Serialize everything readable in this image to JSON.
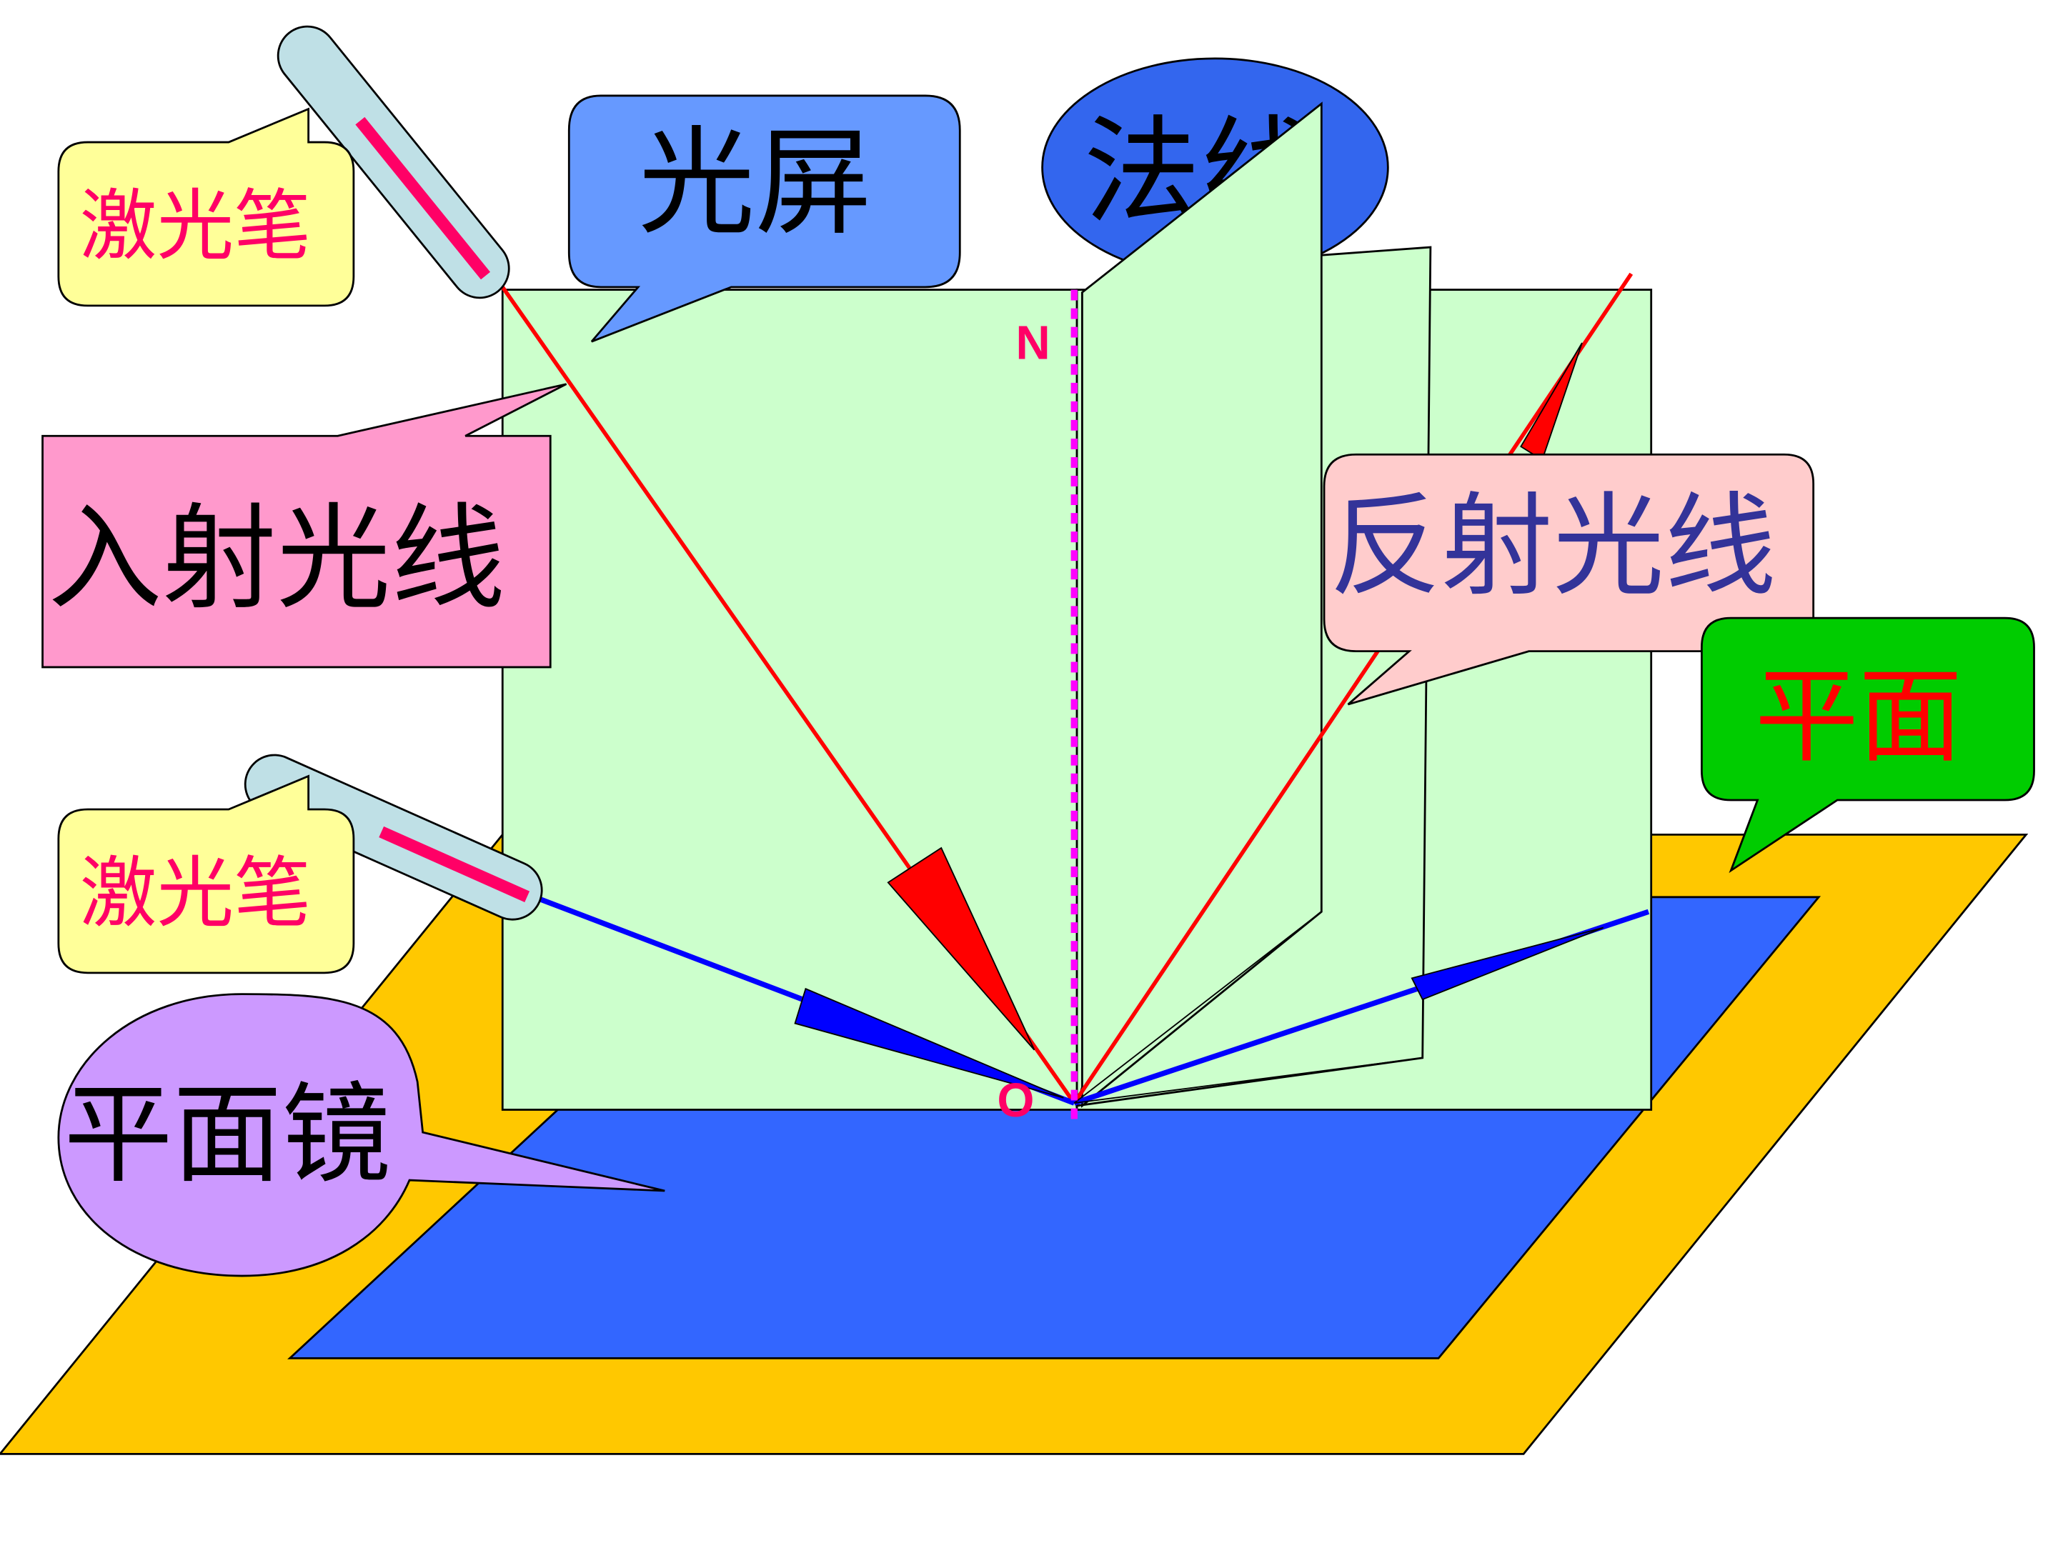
{
  "labels": {
    "laser_pen_top": "激光笔",
    "laser_pen_bottom": "激光笔",
    "light_screen": "光屏",
    "normal_line": "法线",
    "incident_ray": "入射光线",
    "reflected_ray": "反射光线",
    "plane": "平面",
    "plane_mirror": "平面镜",
    "point_n": "N",
    "point_o": "O"
  },
  "colors": {
    "base_plate": "#FFC800",
    "mirror": "#3366FF",
    "screen": "#CCFFCC",
    "laser_pen_body": "#BFE0E6",
    "laser_pen_stripe": "#FF0066",
    "red_ray": "#FF0000",
    "blue_ray": "#0000FF",
    "normal_dotted": "#FF00FF",
    "callout_laser": "#FFFF99",
    "callout_screen": "#6699FF",
    "callout_normal": "#3366EE",
    "callout_incident": "#FF99CC",
    "callout_reflected": "#FFCCCC",
    "callout_plane": "#00CC00",
    "callout_mirror": "#CC99FF",
    "text_laser": "#FF0066",
    "text_reflected": "#333399",
    "text_plane": "#FF0000",
    "text_point": "#FF0066"
  }
}
